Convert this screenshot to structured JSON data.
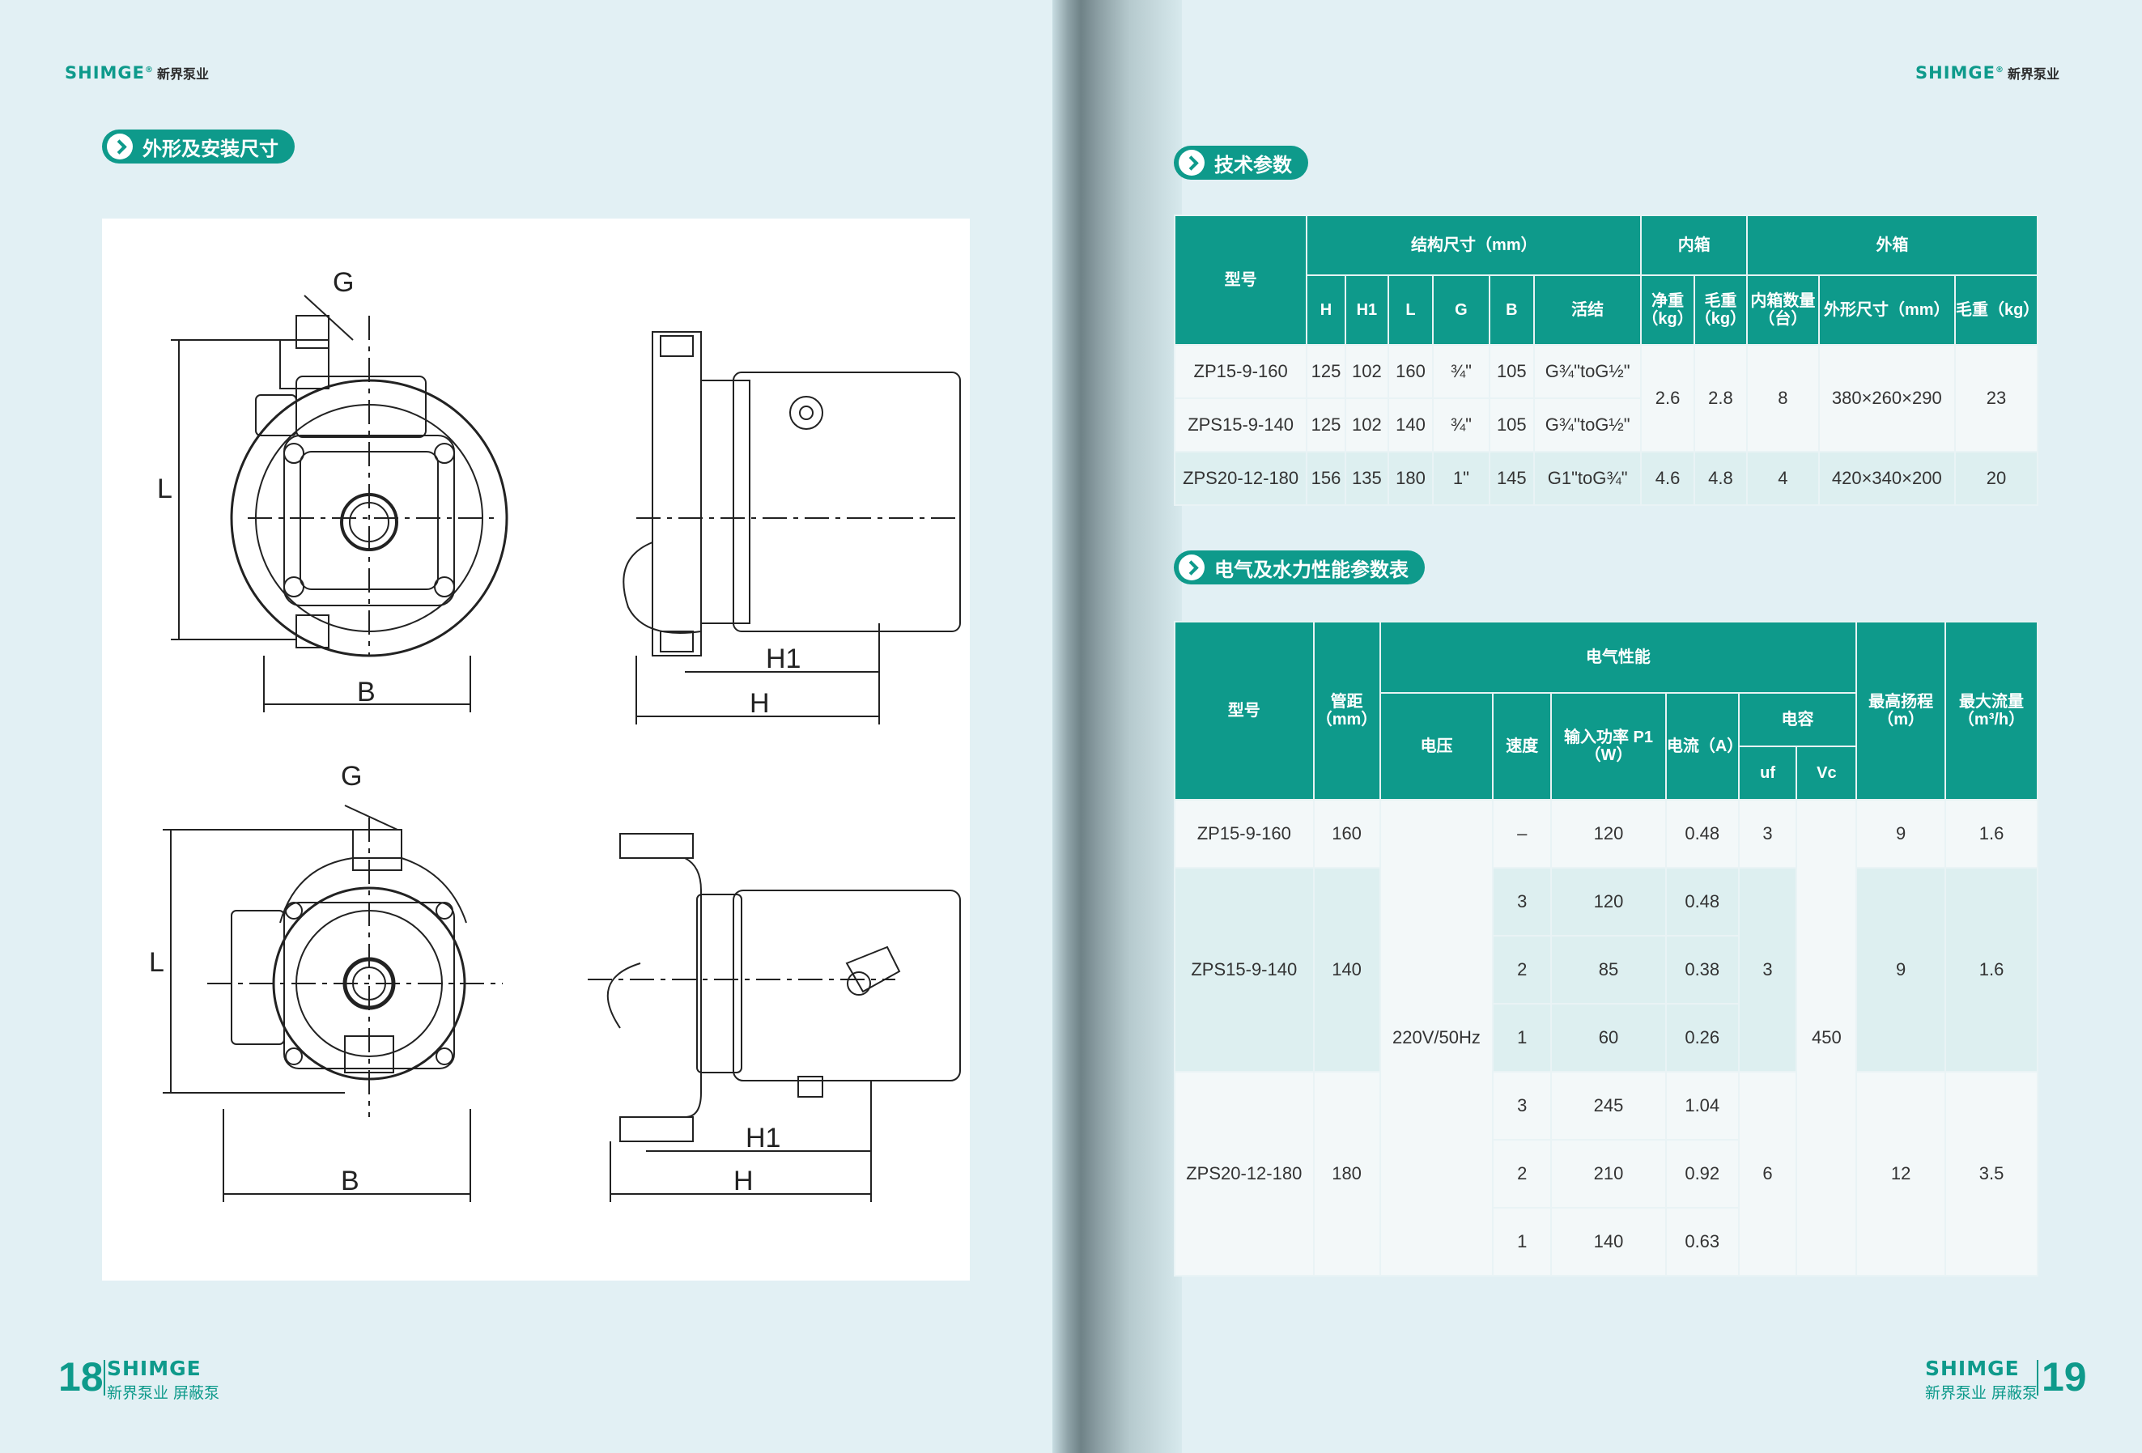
{
  "brand": {
    "name": "SHIMGE",
    "mark": "®",
    "cn": "新界泵业"
  },
  "left_page": {
    "section_title": "外形及安装尺寸",
    "drawing_labels": {
      "g1": "G",
      "l1": "L",
      "b1": "B",
      "h1a": "H1",
      "ha": "H",
      "g2": "G",
      "l2": "L",
      "b2": "B",
      "h1b": "H1",
      "hb": "H"
    },
    "page_number": "18",
    "footer_brand": "SHIMGE",
    "footer_sub": "新界泵业 屏蔽泵"
  },
  "right_page": {
    "tech_title": "技术参数",
    "tech_table": {
      "h_model": "型号",
      "h_struct": "结构尺寸（mm）",
      "h_inner": "内箱",
      "h_outer": "外箱",
      "h_H": "H",
      "h_H1": "H1",
      "h_L": "L",
      "h_G": "G",
      "h_B": "B",
      "h_union": "活结",
      "h_net": "净重（kg）",
      "h_gross": "毛重（kg）",
      "h_qty": "内箱数量（台）",
      "h_dim": "外形尺寸（mm）",
      "h_gross2": "毛重（kg）",
      "rows": [
        {
          "model": "ZP15-9-160",
          "H": "125",
          "H1": "102",
          "L": "160",
          "G": "¾\"",
          "B": "105",
          "union": "G¾\"toG½\""
        },
        {
          "model": "ZPS15-9-140",
          "H": "125",
          "H1": "102",
          "L": "140",
          "G": "¾\"",
          "B": "105",
          "union": "G¾\"toG½\""
        },
        {
          "model": "ZPS20-12-180",
          "H": "156",
          "H1": "135",
          "L": "180",
          "G": "1\"",
          "B": "145",
          "union": "G1\"toG¾\""
        }
      ],
      "grp1": {
        "net": "2.6",
        "gross": "2.8",
        "qty": "8",
        "dim": "380×260×290",
        "gross2": "23"
      },
      "grp2": {
        "net": "4.6",
        "gross": "4.8",
        "qty": "4",
        "dim": "420×340×200",
        "gross2": "20"
      }
    },
    "perf_title": "电气及水力性能参数表",
    "perf_table": {
      "h_model": "型号",
      "h_pitch": "管距（mm）",
      "h_elec": "电气性能",
      "h_voltage": "电压",
      "h_speed": "速度",
      "h_power": "输入功率 P1（W）",
      "h_current": "电流（A）",
      "h_cap": "电容",
      "h_uf": "uf",
      "h_vc": "Vc",
      "h_head": "最高扬程（m）",
      "h_flow": "最大流量（m³/h）",
      "voltage": "220V/50Hz",
      "vc": "450",
      "m1": {
        "model": "ZP15-9-160",
        "pitch": "160",
        "speed": "–",
        "power": "120",
        "current": "0.48",
        "uf": "3",
        "head": "9",
        "flow": "1.6"
      },
      "m2": {
        "model": "ZPS15-9-140",
        "pitch": "140",
        "uf": "3",
        "head": "9",
        "flow": "1.6",
        "rows": [
          {
            "speed": "3",
            "power": "120",
            "current": "0.48"
          },
          {
            "speed": "2",
            "power": "85",
            "current": "0.38"
          },
          {
            "speed": "1",
            "power": "60",
            "current": "0.26"
          }
        ]
      },
      "m3": {
        "model": "ZPS20-12-180",
        "pitch": "180",
        "uf": "6",
        "head": "12",
        "flow": "3.5",
        "rows": [
          {
            "speed": "3",
            "power": "245",
            "current": "1.04"
          },
          {
            "speed": "2",
            "power": "210",
            "current": "0.92"
          },
          {
            "speed": "1",
            "power": "140",
            "current": "0.63"
          }
        ]
      }
    },
    "page_number": "19",
    "footer_brand": "SHIMGE",
    "footer_sub": "新界泵业 屏蔽泵"
  }
}
